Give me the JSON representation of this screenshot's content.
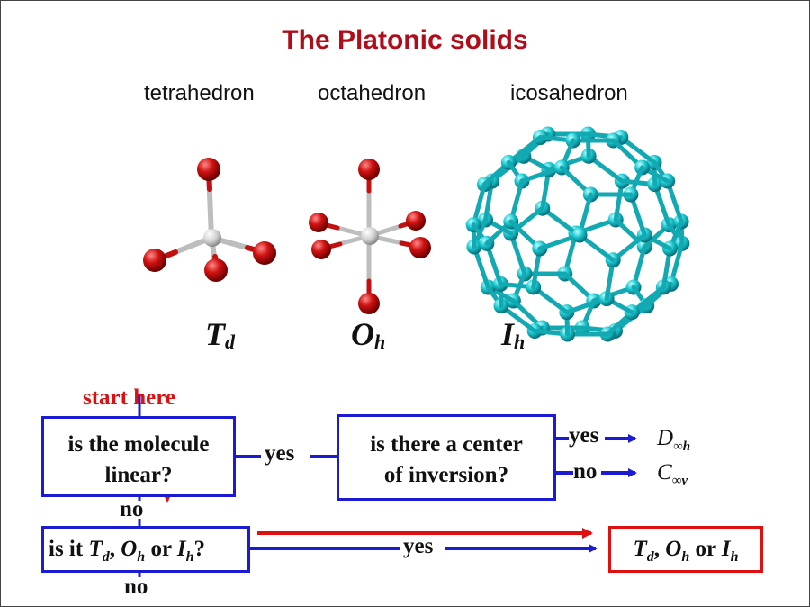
{
  "title": "The Platonic solids",
  "solids": [
    {
      "name": "tetrahedron",
      "symbol": "T",
      "sub": "d"
    },
    {
      "name": "octahedron",
      "symbol": "O",
      "sub": "h"
    },
    {
      "name": "icosahedron",
      "symbol": "I",
      "sub": "h"
    }
  ],
  "colors": {
    "title": "#b00d1a",
    "atom_red": "#cc1010",
    "center": "#d8d8d8",
    "bucky": "#1bc7cf",
    "flow_blue": "#1b1bd4",
    "flow_red": "#e01010"
  },
  "flowchart": {
    "start": "start here",
    "q1_line1": "is the molecule",
    "q1_line2": "linear?",
    "q2_line1": "is there a center",
    "q2_line2": "of inversion?",
    "q3_prefix": "is it",
    "q3_t": "T",
    "q3_d": "d",
    "q3_comma1": ",",
    "q3_o": "O",
    "q3_h1": "h",
    "q3_or": "or",
    "q3_i": "I",
    "q3_h2": "h",
    "q3_suffix": "?",
    "yes1": "yes",
    "yes2": "yes",
    "no1": "no",
    "yes3": "yes",
    "no2": "no",
    "no3": "no",
    "out_dinfh": "D",
    "out_dinfh_sub": "∞h",
    "out_cinfv": "C",
    "out_cinfv_sub": "∞v",
    "final_t": "T",
    "final_d": "d",
    "final_comma": ",",
    "final_o": "O",
    "final_h1": "h",
    "final_or": "or",
    "final_i": "I",
    "final_h2": "h"
  }
}
